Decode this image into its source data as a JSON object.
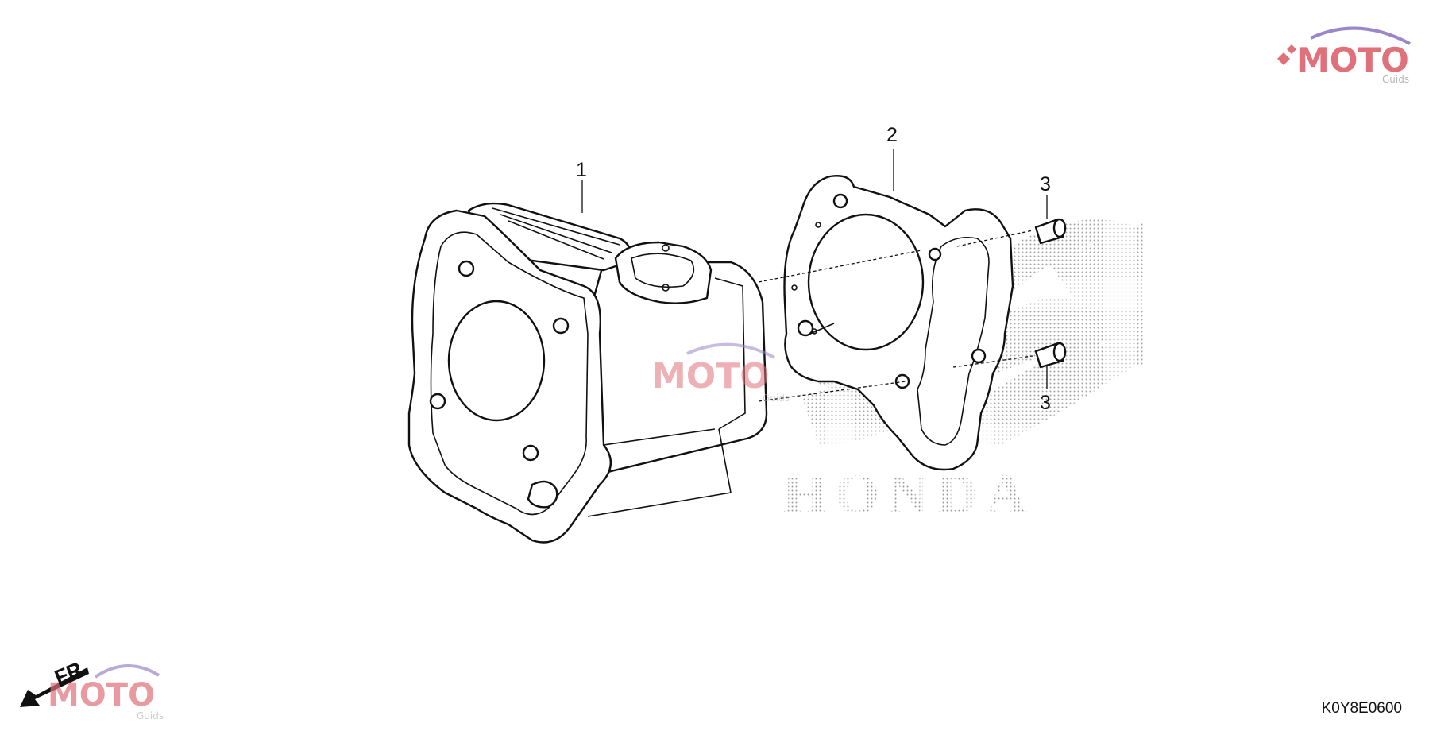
{
  "diagram": {
    "callouts": [
      {
        "id": "cylinder",
        "label": "1"
      },
      {
        "id": "gasket",
        "label": "2"
      },
      {
        "id": "dowel-upper",
        "label": "3"
      },
      {
        "id": "dowel-lower",
        "label": "3"
      }
    ],
    "direction_label": "FR.",
    "drawing_code": "K0Y8E0600",
    "watermark": {
      "brand": "MOTO",
      "sub": "Guids",
      "background_mark": "HONDA"
    },
    "colors": {
      "line": "#111111",
      "watermark_red": "#e0707a",
      "watermark_gray": "#b7b7b7",
      "watermark_purple": "#9a86c8",
      "dots": "#9a9a9a"
    }
  }
}
